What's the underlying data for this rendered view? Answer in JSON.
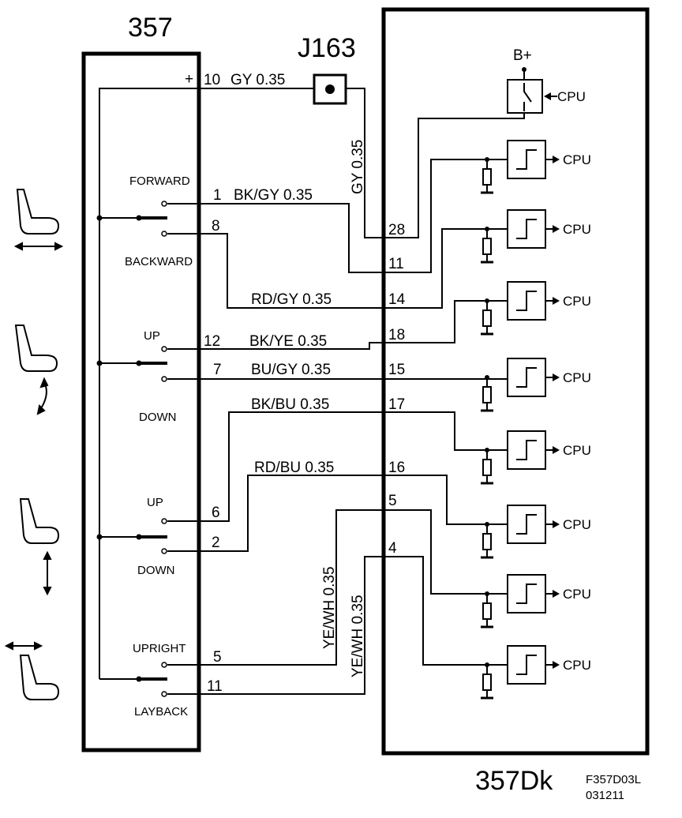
{
  "component_switch": "357",
  "component_module": "357Dk",
  "connector": "J163",
  "figure_code": "F357D03L",
  "figure_date": "031211",
  "supply": "B+",
  "plus_sign": "+",
  "cpu_label": "CPU",
  "wires": {
    "gy_top": {
      "pin": "10",
      "label": "GY 0.35"
    },
    "gy_vert": "GY   0.35",
    "w1": {
      "pin": "1",
      "label": "BK/GY 0.35"
    },
    "w8": {
      "pin": "8"
    },
    "rdgy": "RD/GY  0.35",
    "w12": {
      "pin": "12",
      "label": "BK/YE   0.35"
    },
    "w7": {
      "pin": "7",
      "label": "BU/GY  0.35"
    },
    "bkbu": "BK/BU  0.35",
    "rdbu": "RD/BU 0.35",
    "w6": {
      "pin": "6"
    },
    "w2": {
      "pin": "2"
    },
    "w5": {
      "pin": "5"
    },
    "w11": {
      "pin": "11"
    },
    "yewh1": "YE/WH   0.35",
    "yewh2": "YE/WH   0.35"
  },
  "module_pins": [
    "28",
    "11",
    "14",
    "18",
    "15",
    "17",
    "16",
    "5",
    "4"
  ],
  "switch_labels": {
    "forward": "FORWARD",
    "backward": "BACKWARD",
    "up1": "UP",
    "down1": "DOWN",
    "up2": "UP",
    "down2": "DOWN",
    "upright": "UPRIGHT",
    "layback": "LAYBACK"
  },
  "seat_icons": [
    "seat-forward-backward-icon",
    "seat-tilt-icon",
    "seat-height-icon",
    "seat-backrest-icon"
  ]
}
